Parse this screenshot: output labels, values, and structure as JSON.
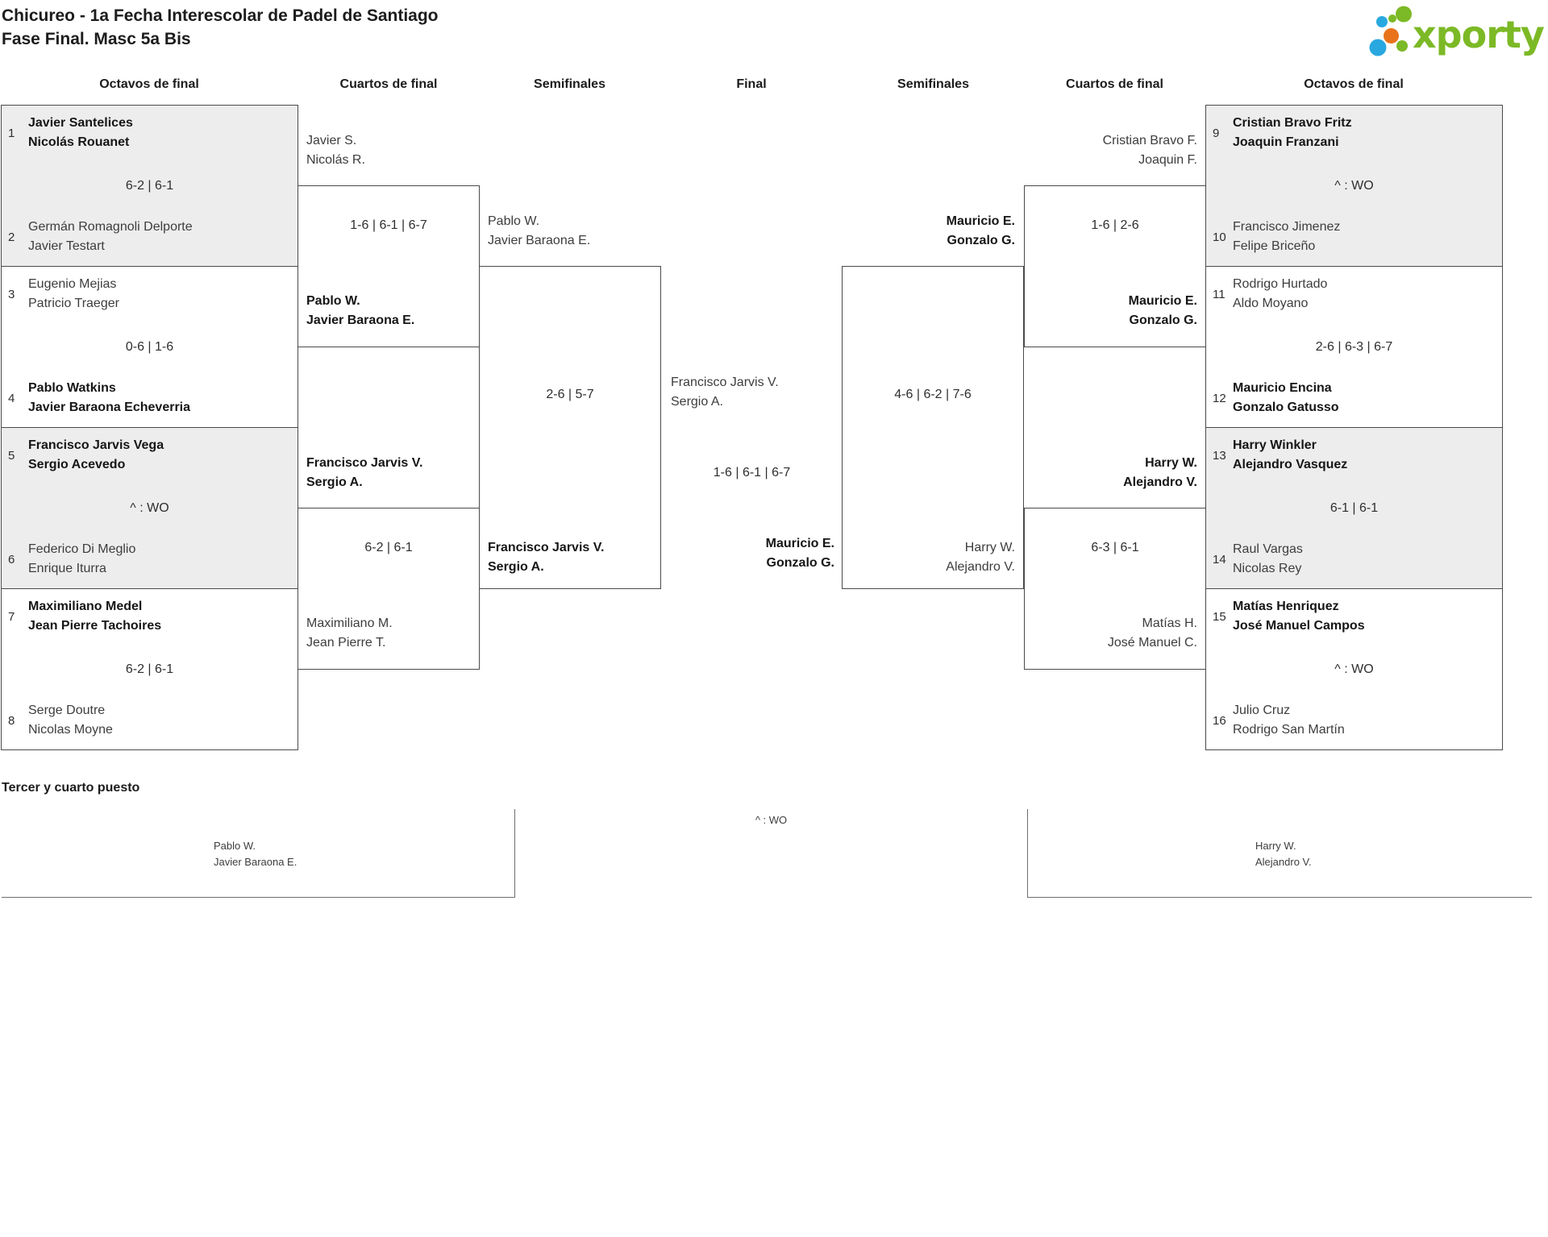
{
  "title": {
    "line1": "Chicureo - 1a Fecha Interescolar de Padel de Santiago",
    "line2": "Fase Final. Masc 5a Bis"
  },
  "logo": {
    "text": "xporty",
    "green": "#7cb926",
    "blue": "#29a8e0",
    "orange": "#e8731a"
  },
  "round_headers": [
    "Octavos de final",
    "Cuartos de final",
    "Semifinales",
    "Final",
    "Semifinales",
    "Cuartos de final",
    "Octavos de final"
  ],
  "r16": [
    {
      "seed1": "1",
      "t1": [
        "Javier Santelices",
        "Nicolás Rouanet"
      ],
      "score": "6-2 | 6-1",
      "seed2": "2",
      "t2": [
        "Germán Romagnoli Delporte",
        "Javier Testart"
      ],
      "winner": "t1"
    },
    {
      "seed1": "3",
      "t1": [
        "Eugenio Mejias",
        "Patricio Traeger"
      ],
      "score": "0-6 | 1-6",
      "seed2": "4",
      "t2": [
        "Pablo Watkins",
        "Javier Baraona Echeverria"
      ],
      "winner": "t2"
    },
    {
      "seed1": "5",
      "t1": [
        "Francisco Jarvis Vega",
        "Sergio Acevedo"
      ],
      "score": "^ : WO",
      "seed2": "6",
      "t2": [
        "Federico Di Meglio",
        "Enrique Iturra"
      ],
      "winner": "t1"
    },
    {
      "seed1": "7",
      "t1": [
        "Maximiliano Medel",
        "Jean Pierre Tachoires"
      ],
      "score": "6-2 | 6-1",
      "seed2": "8",
      "t2": [
        "Serge Doutre",
        "Nicolas Moyne"
      ],
      "winner": "t1"
    },
    {
      "seed1": "9",
      "t1": [
        "Cristian Bravo Fritz",
        "Joaquin Franzani"
      ],
      "score": "^ : WO",
      "seed2": "10",
      "t2": [
        "Francisco Jimenez",
        "Felipe Briceño"
      ],
      "winner": "t1"
    },
    {
      "seed1": "11",
      "t1": [
        "Rodrigo Hurtado",
        "Aldo Moyano"
      ],
      "score": "2-6 | 6-3 | 6-7",
      "seed2": "12",
      "t2": [
        "Mauricio Encina",
        "Gonzalo Gatusso"
      ],
      "winner": "t2"
    },
    {
      "seed1": "13",
      "t1": [
        "Harry Winkler",
        "Alejandro Vasquez"
      ],
      "score": "6-1 | 6-1",
      "seed2": "14",
      "t2": [
        "Raul Vargas",
        "Nicolas Rey"
      ],
      "winner": "t1"
    },
    {
      "seed1": "15",
      "t1": [
        "Matías Henriquez",
        "José Manuel Campos"
      ],
      "score": "^ : WO",
      "seed2": "16",
      "t2": [
        "Julio Cruz",
        "Rodrigo San Martín"
      ],
      "winner": "t1"
    }
  ],
  "qf": [
    {
      "t1": [
        "Javier S.",
        "Nicolás R."
      ],
      "score": "1-6 | 6-1 | 6-7",
      "t2": [
        "Pablo W.",
        "Javier Baraona E."
      ],
      "winner": "t2"
    },
    {
      "t1": [
        "Francisco Jarvis V.",
        "Sergio A."
      ],
      "score": "6-2 | 6-1",
      "t2": [
        "Maximiliano M.",
        "Jean Pierre T."
      ],
      "winner": "t1"
    },
    {
      "t1": [
        "Cristian Bravo F.",
        "Joaquin F."
      ],
      "score": "1-6 | 2-6",
      "t2": [
        "Mauricio E.",
        "Gonzalo G."
      ],
      "winner": "t2"
    },
    {
      "t1": [
        "Harry W.",
        "Alejandro V."
      ],
      "score": "6-3 | 6-1",
      "t2": [
        "Matías H.",
        "José Manuel C."
      ],
      "winner": "t1"
    }
  ],
  "sf": [
    {
      "t1": [
        "Pablo W.",
        "Javier Baraona E."
      ],
      "score": "2-6 | 5-7",
      "t2": [
        "Francisco Jarvis V.",
        "Sergio A."
      ],
      "winner": "t2"
    },
    {
      "t1": [
        "Mauricio E.",
        "Gonzalo G."
      ],
      "score": "4-6 | 6-2 | 7-6",
      "t2": [
        "Harry W.",
        "Alejandro V."
      ],
      "winner": "t1"
    }
  ],
  "final": {
    "t1": [
      "Francisco Jarvis V.",
      "Sergio A."
    ],
    "score": "1-6 | 6-1 | 6-7",
    "t2": [
      "Mauricio E.",
      "Gonzalo G."
    ],
    "winner": "t2"
  },
  "third_place": {
    "heading": "Tercer y cuarto puesto",
    "t1": [
      "Pablo W.",
      "Javier Baraona E."
    ],
    "score": "^ : WO",
    "t2": [
      "Harry W.",
      "Alejandro V."
    ]
  },
  "theme": {
    "box_fill": "#ededed",
    "border": "#4a4a4a",
    "text": "#3d3d3d",
    "text_winner": "#161616"
  }
}
